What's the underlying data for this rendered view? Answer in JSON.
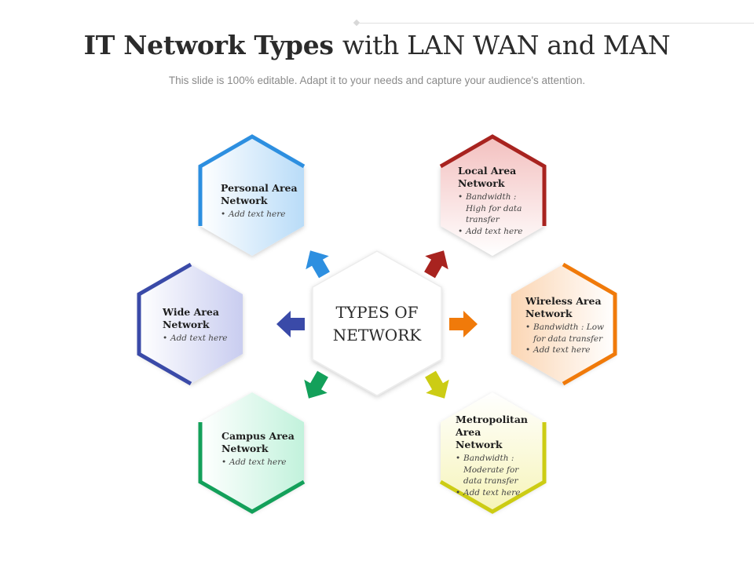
{
  "header": {
    "title_bold": "IT Network Types",
    "title_light": "with LAN WAN and MAN",
    "subtitle": "This slide is 100% editable. Adapt it to your needs and capture your audience's attention."
  },
  "center": {
    "line1": "TYPES OF",
    "line2": "NETWORK"
  },
  "nodes": {
    "pan": {
      "title": "Personal Area Network",
      "items": [
        "Add text here"
      ],
      "color": "#2d8fe0"
    },
    "lan": {
      "title": "Local Area Network",
      "items": [
        "Bandwidth : High for data transfer",
        "Add text here"
      ],
      "color": "#a8231f"
    },
    "wan": {
      "title": "Wide Area Network",
      "items": [
        "Add text here"
      ],
      "color": "#3a4aa8"
    },
    "wireless": {
      "title": "Wireless Area Network",
      "items": [
        "Bandwidth : Low for data transfer",
        "Add text here"
      ],
      "color": "#f07a0a"
    },
    "can": {
      "title": "Campus Area Network",
      "items": [
        "Add text here"
      ],
      "color": "#13a05a"
    },
    "man": {
      "title": "Metropolitan Area Network",
      "items": [
        "Bandwidth : Moderate for data transfer",
        "Add text here"
      ],
      "color": "#cccc14"
    }
  }
}
